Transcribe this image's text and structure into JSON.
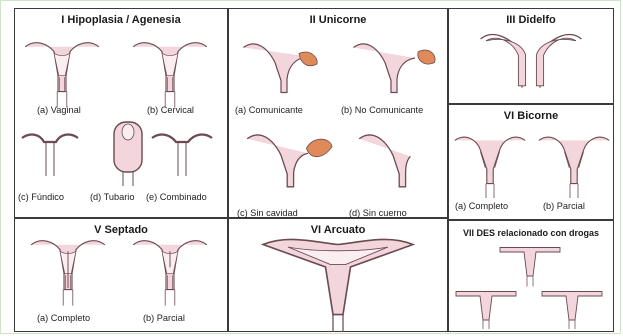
{
  "panels": {
    "p1": {
      "title": "I   Hipoplasia / Agenesia",
      "captions": [
        "(a) Vaginal",
        "(b) Cervical",
        "(c) Fúndico",
        "(d) Tubario",
        "(e) Combinado"
      ]
    },
    "p2": {
      "title": "II   Unicorne",
      "captions": [
        "(a) Comunicante",
        "(b) No Comunicante",
        "(c) Sin cavidad",
        "(d) Sin cuerno"
      ]
    },
    "p3": {
      "title": "III   Didelfo"
    },
    "p4": {
      "title": "VI   Bicorne",
      "captions": [
        "(a) Completo",
        "(b) Parcial"
      ]
    },
    "p5": {
      "title": "V   Septado",
      "captions": [
        "(a) Completo",
        "(b) Parcial"
      ]
    },
    "p6": {
      "title": "VI   Arcuato"
    },
    "p7": {
      "title": "VII   DES relacionado con drogas"
    }
  },
  "colors": {
    "border": "#3a3a3a",
    "organ_fill": "#f2d6dc",
    "organ_stroke": "#6b4a52",
    "rudiment_fill": "#e08a5a",
    "background": "#ffffff"
  },
  "icons": [
    "uterus-figure"
  ]
}
